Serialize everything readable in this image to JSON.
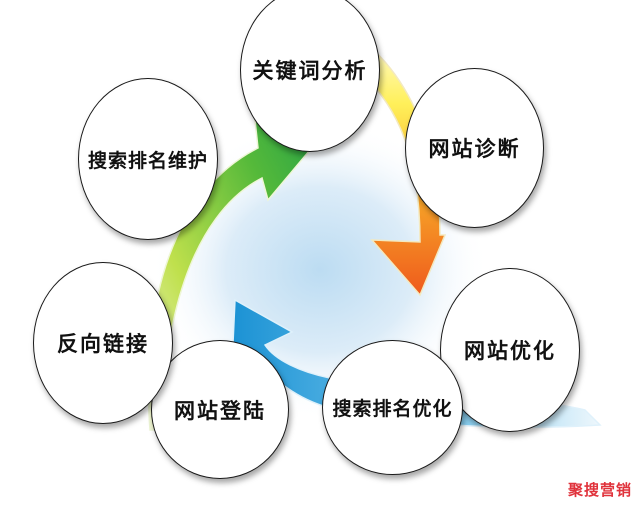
{
  "diagram": {
    "type": "cycle",
    "center_glow_color": "#cfe6f6",
    "arrows": [
      {
        "name": "yellow-orange-arrow",
        "from": "关键词分析",
        "to": "网站优化",
        "colors": [
          "#fff36a",
          "#f7b52a",
          "#f06a1d"
        ]
      },
      {
        "name": "blue-arrow",
        "from": "搜索排名优化",
        "to": "网站登陆",
        "colors": [
          "#bde4f6",
          "#3ab0e4",
          "#1a8fd0"
        ]
      },
      {
        "name": "green-arrow",
        "from": "反向链接",
        "to": "关键词分析",
        "colors": [
          "#d7ea7a",
          "#8ccc3a",
          "#2fae3f"
        ]
      }
    ],
    "nodes": [
      {
        "id": "keyword-analysis",
        "label": "关键词分析"
      },
      {
        "id": "site-diagnosis",
        "label": "网站诊断"
      },
      {
        "id": "site-optimization",
        "label": "网站优化"
      },
      {
        "id": "search-ranking-optimization",
        "label": "搜索排名优化"
      },
      {
        "id": "site-login",
        "label": "网站登陆"
      },
      {
        "id": "backlinks",
        "label": "反向链接"
      },
      {
        "id": "search-ranking-maintenance",
        "label": "搜索排名维护"
      }
    ]
  },
  "watermark": {
    "text": "聚搜营销",
    "color": "#e0333c"
  }
}
